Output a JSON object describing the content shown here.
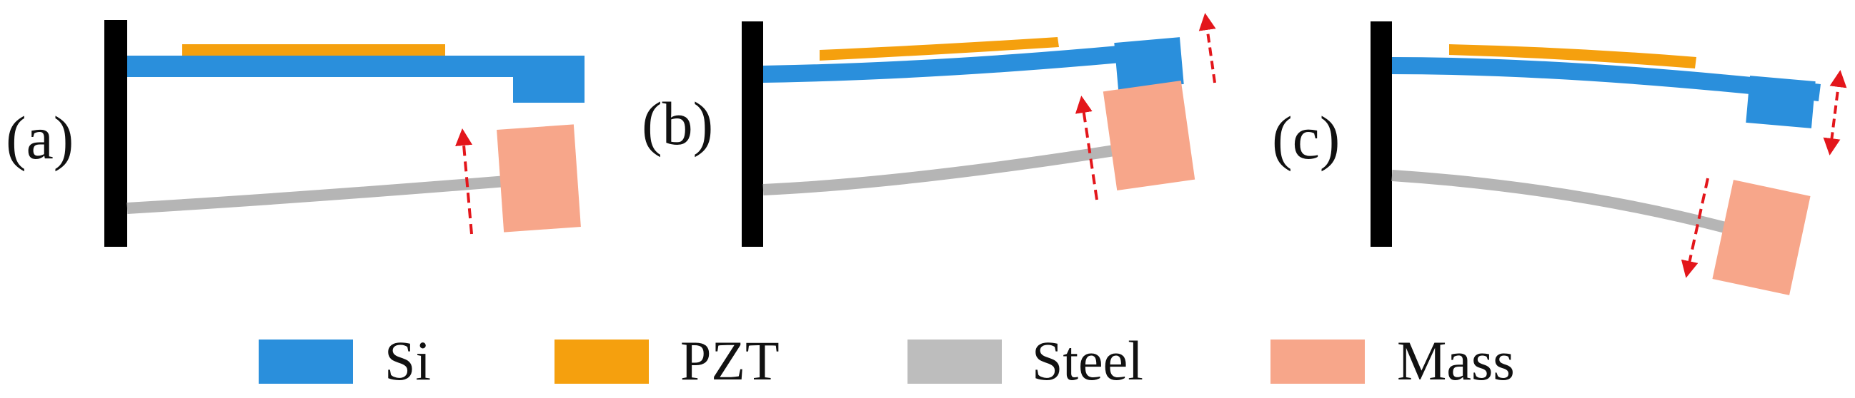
{
  "colors": {
    "si": "#2a8fdc",
    "pzt": "#f5a00e",
    "steel": "#b5b5b5",
    "mass": "#f7a68a",
    "wall": "#000000",
    "arrow": "#e3161b"
  },
  "panels": [
    {
      "label": "(a)"
    },
    {
      "label": "(b)"
    },
    {
      "label": "(c)"
    }
  ],
  "legend": [
    {
      "label": "Si",
      "color_key": "si"
    },
    {
      "label": "PZT",
      "color_key": "pzt"
    },
    {
      "label": "Steel",
      "color_key": "steel"
    },
    {
      "label": "Mass",
      "color_key": "mass"
    }
  ]
}
